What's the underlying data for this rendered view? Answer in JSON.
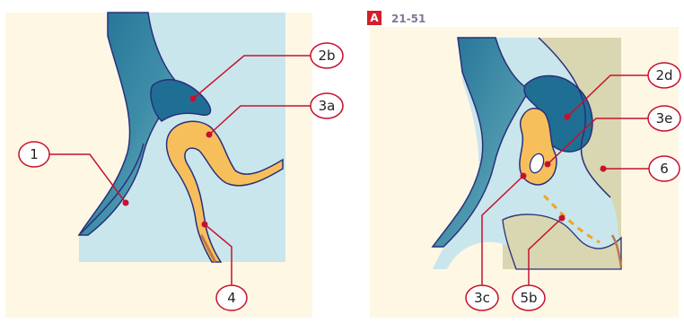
{
  "figure": {
    "badge": "A",
    "number": "21-51"
  },
  "panel_left": {
    "labels": {
      "l1": "1",
      "l2b": "2b",
      "l3a": "3a",
      "l4": "4"
    }
  },
  "panel_right": {
    "labels": {
      "l2d": "2d",
      "l3e": "3e",
      "l6": "6",
      "l3c": "3c",
      "l5b": "5b"
    }
  },
  "colors": {
    "panel_bg": "#fdf7e4",
    "light_blue": "#c9e6ec",
    "dark_blue": "#1f6f95",
    "mid_teal": "#5fa3b5",
    "orange": "#f7bf5c",
    "olive": "#d9d6b2",
    "outline": "#2a2f7a",
    "leader": "#c8102e",
    "badge": "#d21f2a"
  }
}
